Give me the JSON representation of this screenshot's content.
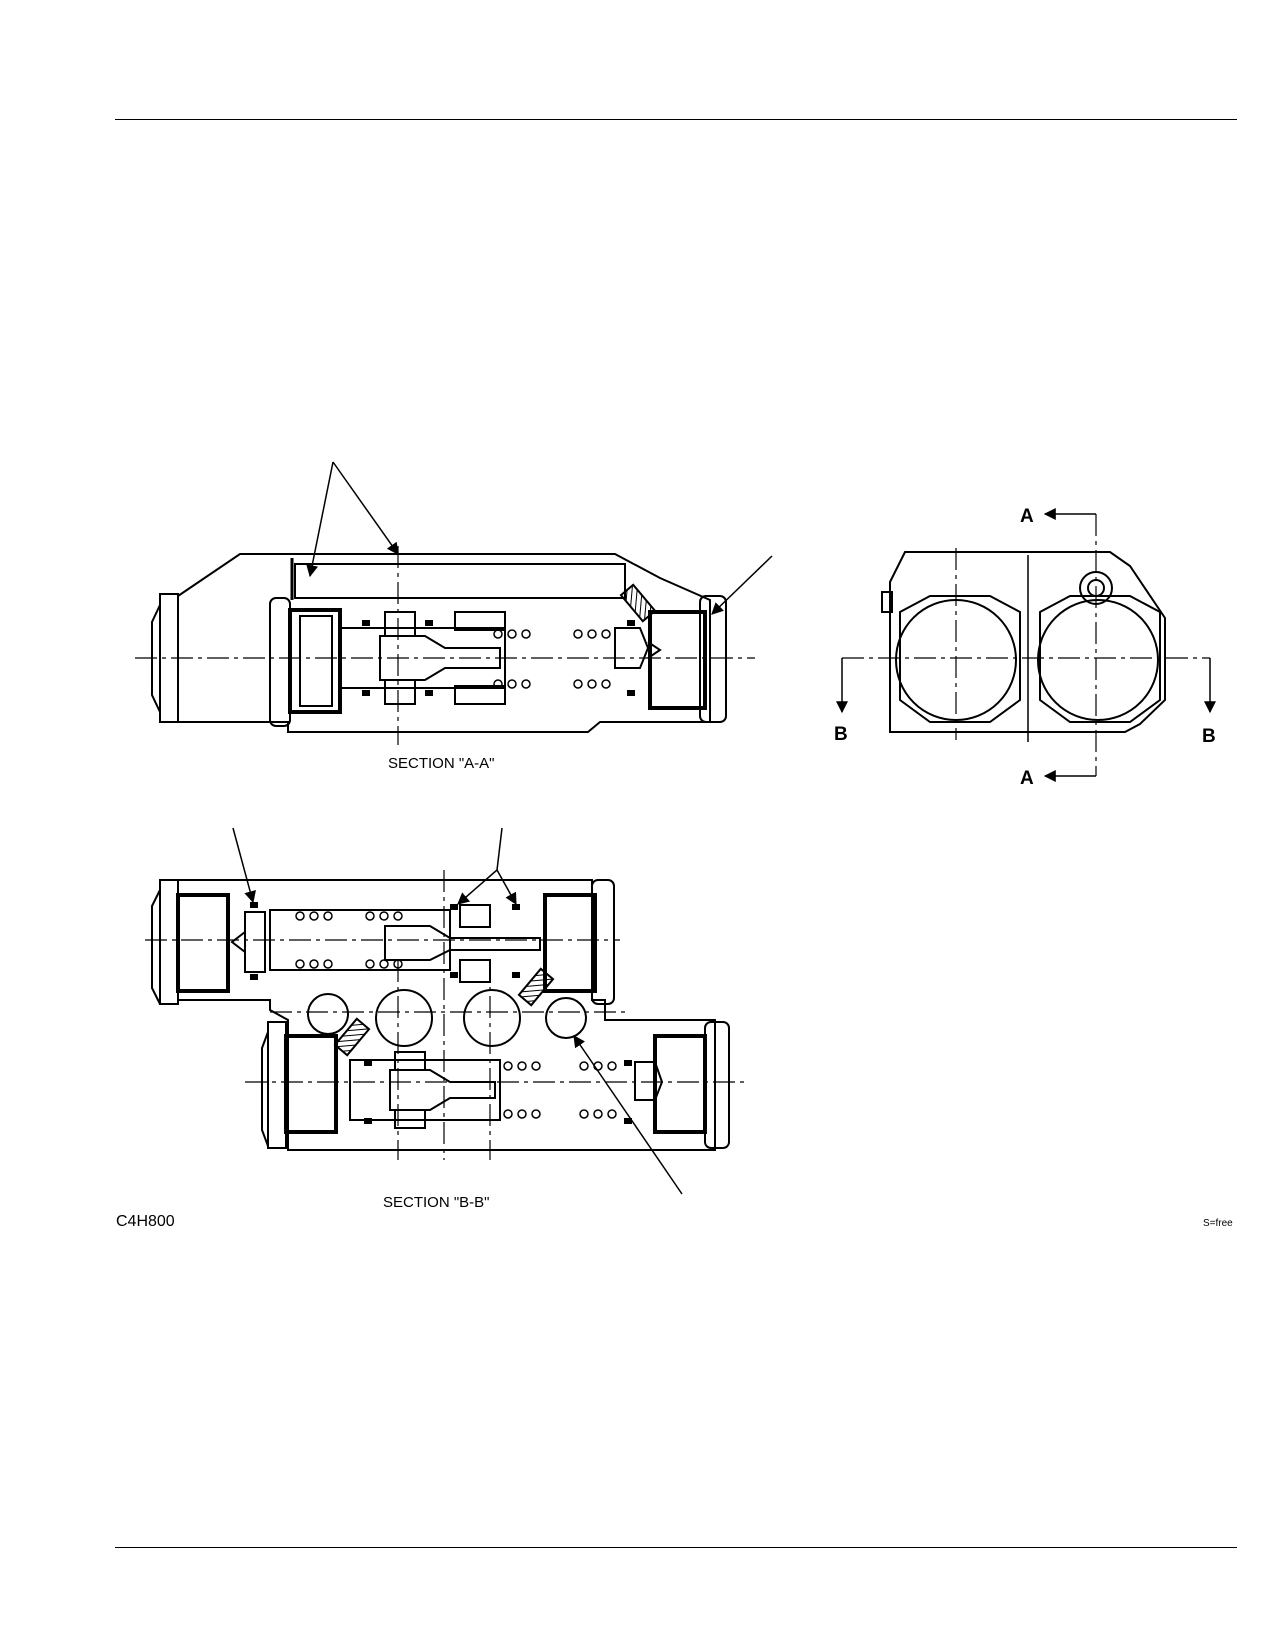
{
  "section_a_caption": "SECTION \"A-A\"",
  "section_b_caption": "SECTION \"B-B\"",
  "view_letter_a": "A",
  "view_letter_b": "B",
  "figure_code": "C4H800",
  "scale_note": "S=free"
}
